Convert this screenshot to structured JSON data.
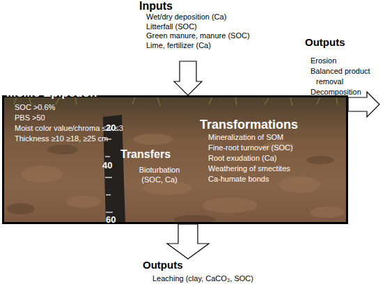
{
  "diagram": {
    "nodes": [
      {
        "text": [
          "Inputs",
          "Wet/dry deposition (Ca)",
          "Litterfall (SOC)",
          "Green manure, manure (SOC)",
          "Lime, fertilizer (Ca)"
        ]
      },
      {
        "text": [
          "Mollic Epipedon",
          "SOC >0.6%",
          "PBS >50",
          "Moist color value/chroma ≤3/ ≤3",
          "Thickness ≥10 ≥18, ≥25 cm"
        ]
      },
      {
        "text": [
          "Transfers",
          "Bioturbation (SOC, Ca)"
        ],
        "in": 1
      },
      {
        "text": [
          "Transformations",
          "Mineralization of SOM",
          "Fine-root turnover (SOC)",
          "Root exudation (Ca)",
          "Weathering of smectites",
          "Ca-humate bonds"
        ],
        "in": 1
      },
      {
        "text": [
          "Outputs",
          "Erosion",
          "Balanced product removal",
          "Decomposition"
        ]
      },
      {
        "text": [
          "Outputs",
          "Leaching (clay, CaCO₃, SOC)"
        ]
      }
    ],
    "edges": [
      {
        "from": 0,
        "to": 1,
        "arrow": "to"
      },
      {
        "from": 1,
        "to": 4,
        "arrow": "to"
      },
      {
        "from": 1,
        "to": 5,
        "arrow": "to"
      }
    ],
    "labels": [
      "20",
      "40",
      "60"
    ]
  }
}
